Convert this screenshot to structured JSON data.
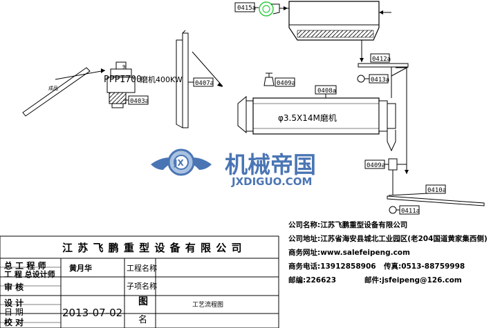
{
  "equipment": {
    "fan_label": "0415a",
    "feeder_top_label": "0412a",
    "feeder_top_sub_label": "0413a",
    "press_model": "PPPI700",
    "press_desc": "磨机400KW",
    "press_label": "0403a",
    "conveyor_left_label": "成品",
    "elevator_label": "0407a",
    "hoist_label": "0409a",
    "mill_label": "0408a",
    "mill_spec": "φ3.5X14M磨机",
    "valve_label": "0409a",
    "belt_label": "0410a",
    "belt_sub_label": "0411a"
  },
  "watermark": {
    "cn": "机械帝国",
    "en": "JXDIGUO.COM",
    "emblem": "JX"
  },
  "company_info": {
    "name": "公司名称:江苏飞鹏重型设备有限公司",
    "address": "公司地址:江苏省海安县城北工业园区(老204国道黄家集西侧)",
    "website": "商务网址:www.salefeipeng.com",
    "phone": "商务电话:13912858906",
    "fax": "传真:0513-88759998",
    "postcode": "邮编:226623",
    "email": "邮件:jsfeipeng@126.com"
  },
  "title_block": {
    "company": "江 苏 飞 鹏 重 型 设 备 有 限 公 司",
    "chief_engineer_label": "总 工 程 师",
    "chief_engineer_name": "黄月华",
    "project_name_label": "工程名称",
    "chief_designer_label": "工 程 总设计师",
    "sub_item_label": "子项名称",
    "review_label": "审 核",
    "design_label": "设 计",
    "drawing_label": "图",
    "drawing_title": "工艺流程图",
    "date_label": "日 期",
    "date_value": "2013-07-02",
    "name_label": "名",
    "check_label": "校 对"
  }
}
